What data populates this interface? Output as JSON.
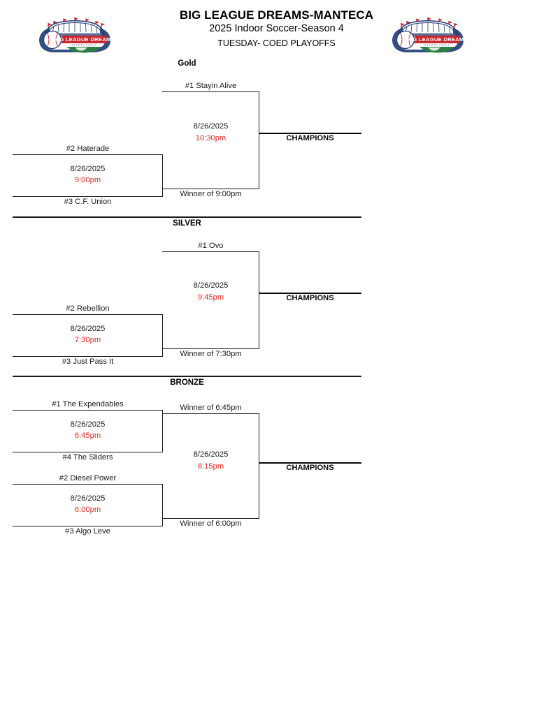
{
  "header": {
    "title": "BIG LEAGUE DREAMS-MANTECA",
    "subtitle": "2025 Indoor Soccer-Season 4",
    "subtitle2": "TUESDAY- COED PLAYOFFS",
    "logo_alt": "Big League Dreams Sports Parks"
  },
  "colors": {
    "time_red": "#e02b20",
    "line_black": "#1a1a1a",
    "logo_navy": "#1f3b73",
    "logo_red": "#c8252c"
  },
  "sections": [
    {
      "id": "gold",
      "label": "Gold",
      "champions_label": "CHAMPIONS",
      "semifinal": {
        "top_team": "#1 Stayin Alive",
        "bottom_team": "Winner of 9:00pm",
        "date": "8/26/2025",
        "time": "10:30pm"
      },
      "quarterfinals": [
        {
          "top_team": "#2 Haterade",
          "bottom_team": "#3 C.F. Union",
          "date": "8/26/2025",
          "time": "9:00pm"
        }
      ]
    },
    {
      "id": "silver",
      "label": "SILVER",
      "champions_label": "CHAMPIONS",
      "semifinal": {
        "top_team": "#1 Ovo",
        "bottom_team": "Winner of 7:30pm",
        "date": "8/26/2025",
        "time": "9:45pm"
      },
      "quarterfinals": [
        {
          "top_team": "#2 Rebellion",
          "bottom_team": "#3 Just Pass It",
          "date": "8/26/2025",
          "time": "7:30pm"
        }
      ]
    },
    {
      "id": "bronze",
      "label": "BRONZE",
      "champions_label": "CHAMPIONS",
      "semifinal": {
        "top_team": "Winner of 6:45pm",
        "bottom_team": "Winner of 6:00pm",
        "date": "8/26/2025",
        "time": "8:15pm"
      },
      "quarterfinals": [
        {
          "top_team": "#1 The Expendables",
          "bottom_team": "#4 The Sliders",
          "date": "8/26/2025",
          "time": "6:45pm"
        },
        {
          "top_team": "#2 Diesel Power",
          "bottom_team": "#3 Algo Leve",
          "date": "8/26/2025",
          "time": "6:00pm"
        }
      ]
    }
  ]
}
